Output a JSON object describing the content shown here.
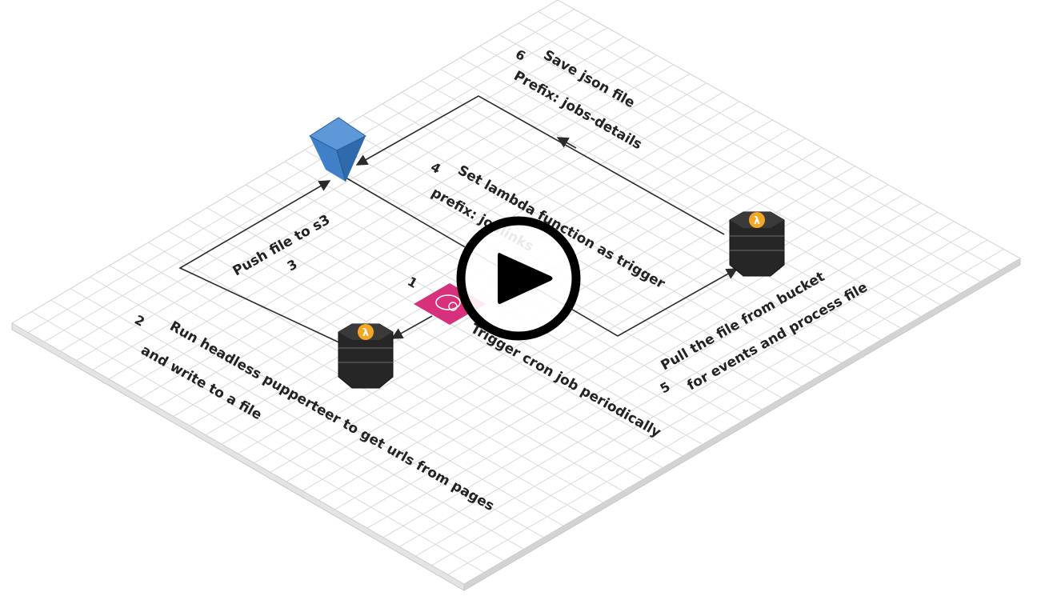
{
  "steps": {
    "s1": {
      "number": "1",
      "label": "Trigger cron job periodically"
    },
    "s2": {
      "number": "2",
      "line1": "Run headless pupperteer to get urls from pages",
      "line2": "and write to a file"
    },
    "s3": {
      "number": "3",
      "label": "Push file to s3"
    },
    "s4": {
      "number": "4",
      "line1": "Set lambda function as trigger",
      "line2": "prefix: joblinks"
    },
    "s5": {
      "number": "5",
      "line1": "Pull the file from bucket",
      "line2": "for events and process file"
    },
    "s6": {
      "number": "6",
      "line1": "Save json file",
      "line2": "Prefix: jobs-details"
    }
  },
  "icons": {
    "bucket": "s3-bucket-icon",
    "lambda": "lambda-icon",
    "cron": "cloudwatch-events-icon",
    "play": "play-icon"
  },
  "colors": {
    "bucket": "#3b73b8",
    "lambda": "#2a2a2a",
    "lambda_badge": "#f5a623",
    "cron": "#d6317a",
    "platform": "#ffffff"
  }
}
